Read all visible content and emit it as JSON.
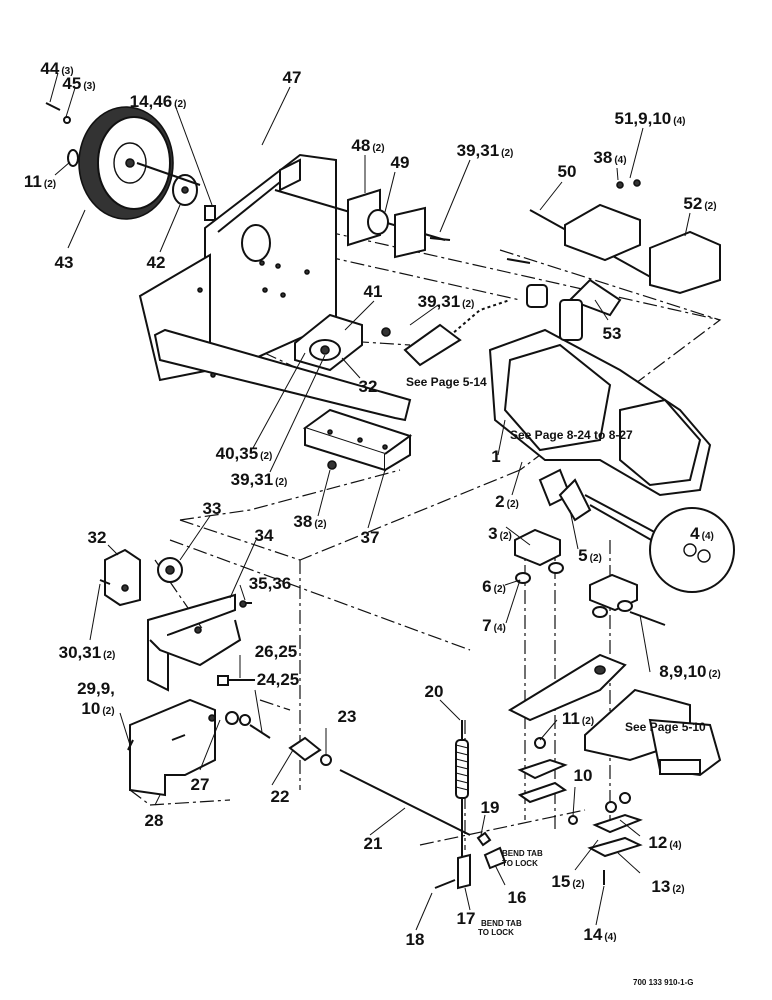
{
  "callouts": [
    {
      "label": "44",
      "qty": "(3)"
    },
    {
      "label": "45",
      "qty": "(3)"
    },
    {
      "label": "14,46",
      "qty": "(2)"
    },
    {
      "label": "11",
      "qty": "(2)"
    },
    {
      "label": "43",
      "qty": ""
    },
    {
      "label": "42",
      "qty": ""
    },
    {
      "label": "47",
      "qty": ""
    },
    {
      "label": "48",
      "qty": "(2)"
    },
    {
      "label": "49",
      "qty": ""
    },
    {
      "label": "39,31",
      "qty": "(2)"
    },
    {
      "label": "50",
      "qty": ""
    },
    {
      "label": "51,9,10",
      "qty": "(4)"
    },
    {
      "label": "38",
      "qty": "(4)"
    },
    {
      "label": "52",
      "qty": "(2)"
    },
    {
      "label": "41",
      "qty": ""
    },
    {
      "label": "39,31",
      "qty": "(2)"
    },
    {
      "label": "53",
      "qty": ""
    },
    {
      "label": "32",
      "qty": ""
    },
    {
      "label": "1",
      "qty": ""
    },
    {
      "label": "40,35",
      "qty": "(2)"
    },
    {
      "label": "39,31",
      "qty": "(2)"
    },
    {
      "label": "38",
      "qty": "(2)"
    },
    {
      "label": "37",
      "qty": ""
    },
    {
      "label": "2",
      "qty": "(2)"
    },
    {
      "label": "3",
      "qty": "(2)"
    },
    {
      "label": "4",
      "qty": "(4)"
    },
    {
      "label": "5",
      "qty": "(2)"
    },
    {
      "label": "6",
      "qty": "(2)"
    },
    {
      "label": "7",
      "qty": "(4)"
    },
    {
      "label": "33",
      "qty": ""
    },
    {
      "label": "32",
      "qty": ""
    },
    {
      "label": "34",
      "qty": ""
    },
    {
      "label": "35,36",
      "qty": ""
    },
    {
      "label": "30,31",
      "qty": "(2)"
    },
    {
      "label": "26,25",
      "qty": ""
    },
    {
      "label": "24,25",
      "qty": ""
    },
    {
      "label": "29,9,",
      "qty": ""
    },
    {
      "label": "10",
      "qty": "(2)"
    },
    {
      "label": "8,9,10",
      "qty": "(2)"
    },
    {
      "label": "11",
      "qty": "(2)"
    },
    {
      "label": "20",
      "qty": ""
    },
    {
      "label": "23",
      "qty": ""
    },
    {
      "label": "22",
      "qty": ""
    },
    {
      "label": "27",
      "qty": ""
    },
    {
      "label": "28",
      "qty": ""
    },
    {
      "label": "21",
      "qty": ""
    },
    {
      "label": "19",
      "qty": ""
    },
    {
      "label": "10",
      "qty": ""
    },
    {
      "label": "12",
      "qty": "(4)"
    },
    {
      "label": "15",
      "qty": "(2)"
    },
    {
      "label": "13",
      "qty": "(2)"
    },
    {
      "label": "16",
      "qty": ""
    },
    {
      "label": "18",
      "qty": ""
    },
    {
      "label": "17",
      "qty": ""
    },
    {
      "label": "14",
      "qty": "(4)"
    }
  ],
  "notes": {
    "see_5_14": "See Page 5-14",
    "see_8_24": "See Page 8-24 to 8-27",
    "see_5_10": "See Page 5-10",
    "bend_tab_1_line1": "BEND TAB",
    "bend_tab_1_line2": "TO LOCK",
    "bend_tab_2_line1": "BEND TAB",
    "bend_tab_2_line2": "TO LOCK"
  },
  "drawing_code": "700 133 910-1-G"
}
